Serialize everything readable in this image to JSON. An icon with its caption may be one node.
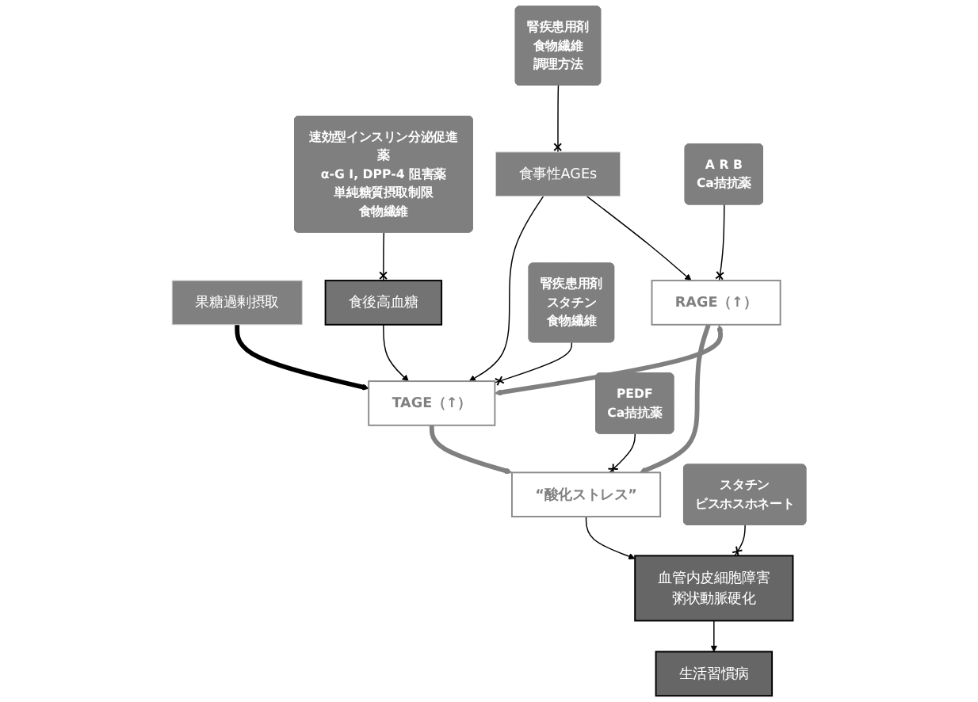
{
  "diagram": {
    "nodes": [
      {
        "text": [
          "腎疾患用剤",
          "食物繊維",
          "調理方法"
        ]
      },
      {
        "text": [
          "速効型インスリン分泌促進薬",
          "α-G I, DPP-4 阻害薬",
          "単純糖質摂取制限",
          "食物繊維"
        ]
      },
      {
        "text": [
          "食事性AGEs"
        ]
      },
      {
        "text": [
          "果糖過剰摂取"
        ]
      },
      {
        "text": [
          "食後高血糖"
        ]
      },
      {
        "text": [
          "A R B",
          "Ca拮抗薬"
        ]
      },
      {
        "text": [
          "RAGE（↑）"
        ]
      },
      {
        "text": [
          "TAGE（↑）"
        ]
      },
      {
        "text": [
          "腎疾患用剤",
          "スタチン",
          "食物繊維"
        ]
      },
      {
        "text": [
          "“酸化ストレス”"
        ]
      },
      {
        "text": [
          "PEDF",
          "Ca拮抗薬"
        ]
      },
      {
        "text": [
          "スタチン",
          "ビスホスホネート"
        ]
      },
      {
        "text": [
          "血管内皮細胞障害",
          "粥状動脈硬化"
        ]
      },
      {
        "text": [
          "生活習慣病"
        ]
      }
    ],
    "edges": [
      {
        "from": 0,
        "to": 2,
        "arrow": "other"
      },
      {
        "from": 1,
        "to": 4,
        "arrow": "other"
      },
      {
        "from": 2,
        "to": 6,
        "arrow": "to"
      },
      {
        "from": 2,
        "to": 7,
        "arrow": "to"
      },
      {
        "from": 3,
        "to": 7,
        "arrow": "to",
        "style": "thick"
      },
      {
        "from": 4,
        "to": 7,
        "arrow": "to"
      },
      {
        "from": 5,
        "to": 6,
        "arrow": "other"
      },
      {
        "from": 8,
        "to": 7,
        "arrow": "other"
      },
      {
        "from": 6,
        "to": 7,
        "arrow": "both",
        "style": "thick",
        "color": "#808080"
      },
      {
        "from": 6,
        "to": 9,
        "arrow": "to",
        "style": "thick",
        "color": "#808080"
      },
      {
        "from": 7,
        "to": 9,
        "arrow": "to",
        "style": "thick",
        "color": "#808080"
      },
      {
        "from": 10,
        "to": 9,
        "arrow": "other"
      },
      {
        "from": 11,
        "to": 12,
        "arrow": "other"
      },
      {
        "from": 9,
        "to": 12,
        "arrow": "to"
      },
      {
        "from": 12,
        "to": 13,
        "arrow": "to"
      }
    ]
  }
}
